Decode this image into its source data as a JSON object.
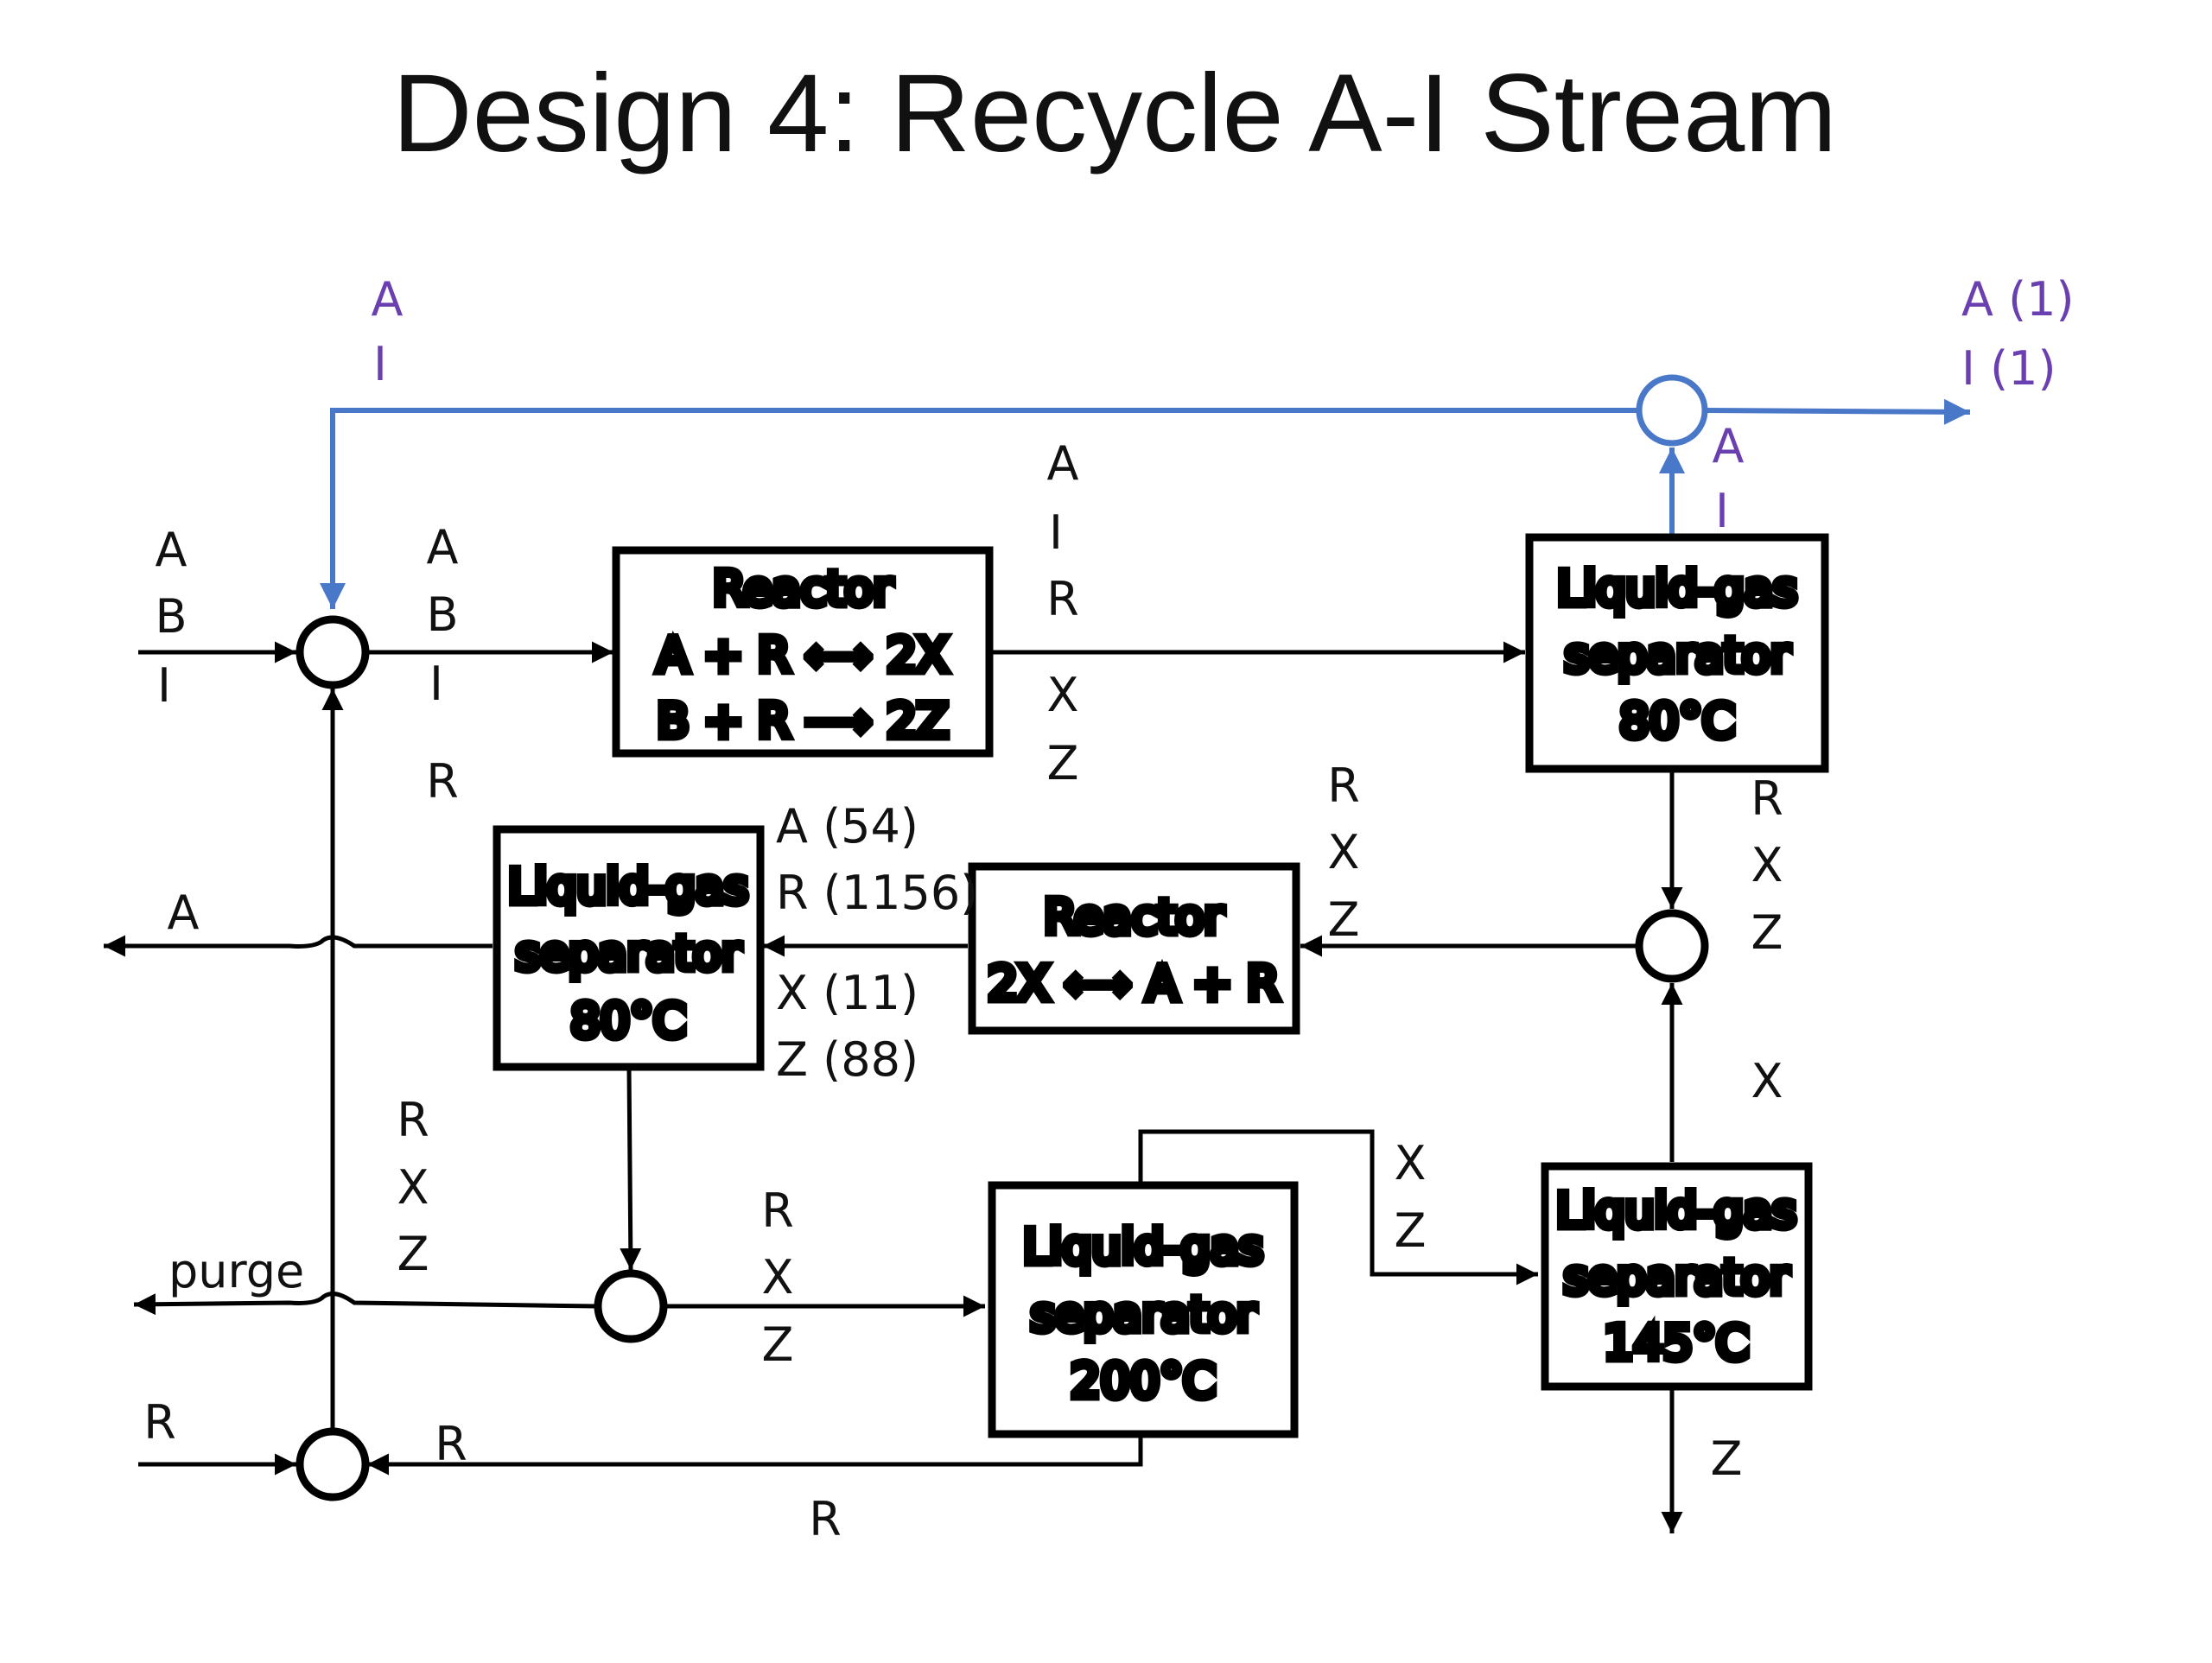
{
  "title": "Design 4: Recycle A-I Stream",
  "colors": {
    "recycle_line": "#4a78c8",
    "recycle_label": "#6a3fb0",
    "ink": "#000000"
  },
  "units": {
    "reactor1": {
      "name": "Reactor",
      "rxn1": "A + R ⟷ 2X",
      "rxn2": "B + R ⟶ 2Z"
    },
    "reactor2": {
      "name": "Reactor",
      "rxn1": "2X ⟷ A + R"
    },
    "sep80_top": {
      "l1": "Liquid-gas",
      "l2": "separator",
      "l3": "80°C"
    },
    "sep80_mid": {
      "l1": "Liquid-gas",
      "l2": "separator",
      "l3": "80°C"
    },
    "sep200": {
      "l1": "Liquid-gas",
      "l2": "separator",
      "l3": "200°C"
    },
    "sep145": {
      "l1": "Liquid-gas",
      "l2": "separator",
      "l3": "145°C"
    }
  },
  "streams": {
    "recycle_in": [
      "A",
      "I"
    ],
    "recycle_out": [
      "A (1)",
      "I (1)"
    ],
    "sep_top_vapor": [
      "A",
      "I"
    ],
    "feed": [
      "A",
      "B",
      "I"
    ],
    "reactor_in": [
      "A",
      "B",
      "I",
      "R"
    ],
    "reactor_out": [
      "A",
      "I",
      "R",
      "X",
      "Z"
    ],
    "reactor2_in": [
      "R",
      "X",
      "Z"
    ],
    "sep_top_liquid": [
      "R",
      "X",
      "Z"
    ],
    "reactor2_out": [
      "A (54)",
      "R (1156)",
      "X (11)",
      "Z (88)"
    ],
    "product_a": "A",
    "purge_stream": [
      "R",
      "X",
      "Z"
    ],
    "purge": "purge",
    "sep200_in": [
      "R",
      "X",
      "Z"
    ],
    "sep200_top": [
      "X",
      "Z"
    ],
    "sep145_top": "X",
    "product_z": "Z",
    "fresh_r": "R",
    "r_return_label": "R",
    "r_bottom_label": "R"
  }
}
